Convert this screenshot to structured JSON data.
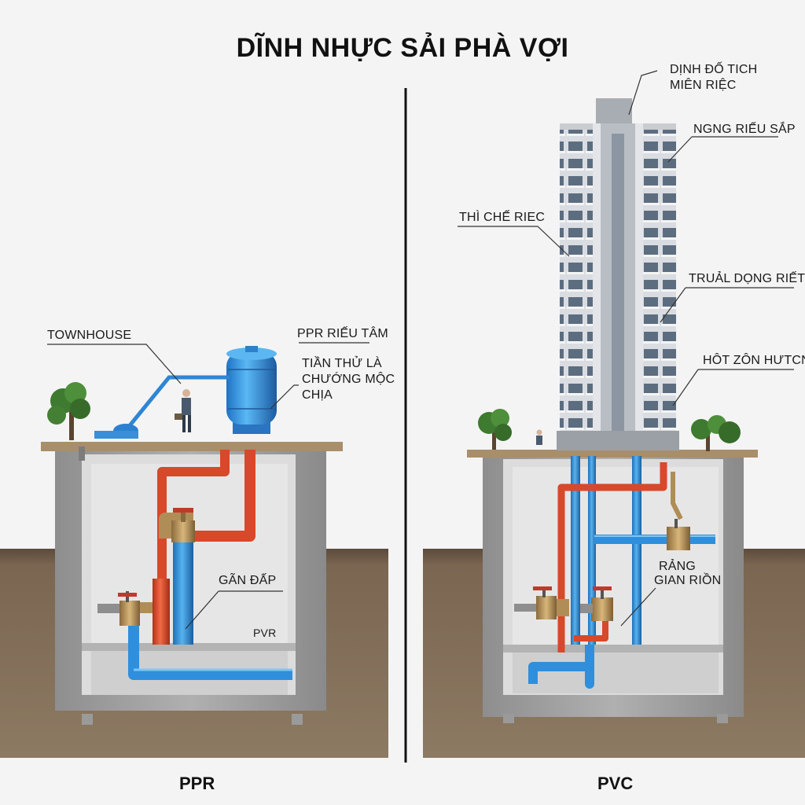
{
  "title": "DĨNH NHỰC SẢI PHÀ VỢI",
  "left_panel": {
    "caption": "PPR",
    "labels": {
      "townhouse": "TOWNHOUSE",
      "ppr_tank": "PPR RIẾU TÂM",
      "tank_note_1": "TIẦN THỬ LÀ",
      "tank_note_2": "CHƯỚNG MỘC",
      "tank_note_3": "CHỊA",
      "pipe_label": "GÃN ĐẤP",
      "pvr": "PVR"
    }
  },
  "right_panel": {
    "caption": "PVC",
    "labels": {
      "top_1": "DỊNH ĐỐ TICH",
      "top_2": "MIÊN RIỆC",
      "roof": "NGNG RIẾU SẮP",
      "left_mid": "THÌ CHẾ RIEC",
      "mid_right": "TRUẢL DỌNG RIẾT",
      "low_right": "HÔT ZÔN HƯTCN",
      "basement_1": "RẢNG",
      "basement_2": "GIAN RIỒN"
    }
  },
  "colors": {
    "blue_pipe": "#2f8fdc",
    "red_pipe": "#d8482a",
    "brass": "#b08d57",
    "concrete": "#9a9a9a",
    "soil": "#8a7560"
  }
}
